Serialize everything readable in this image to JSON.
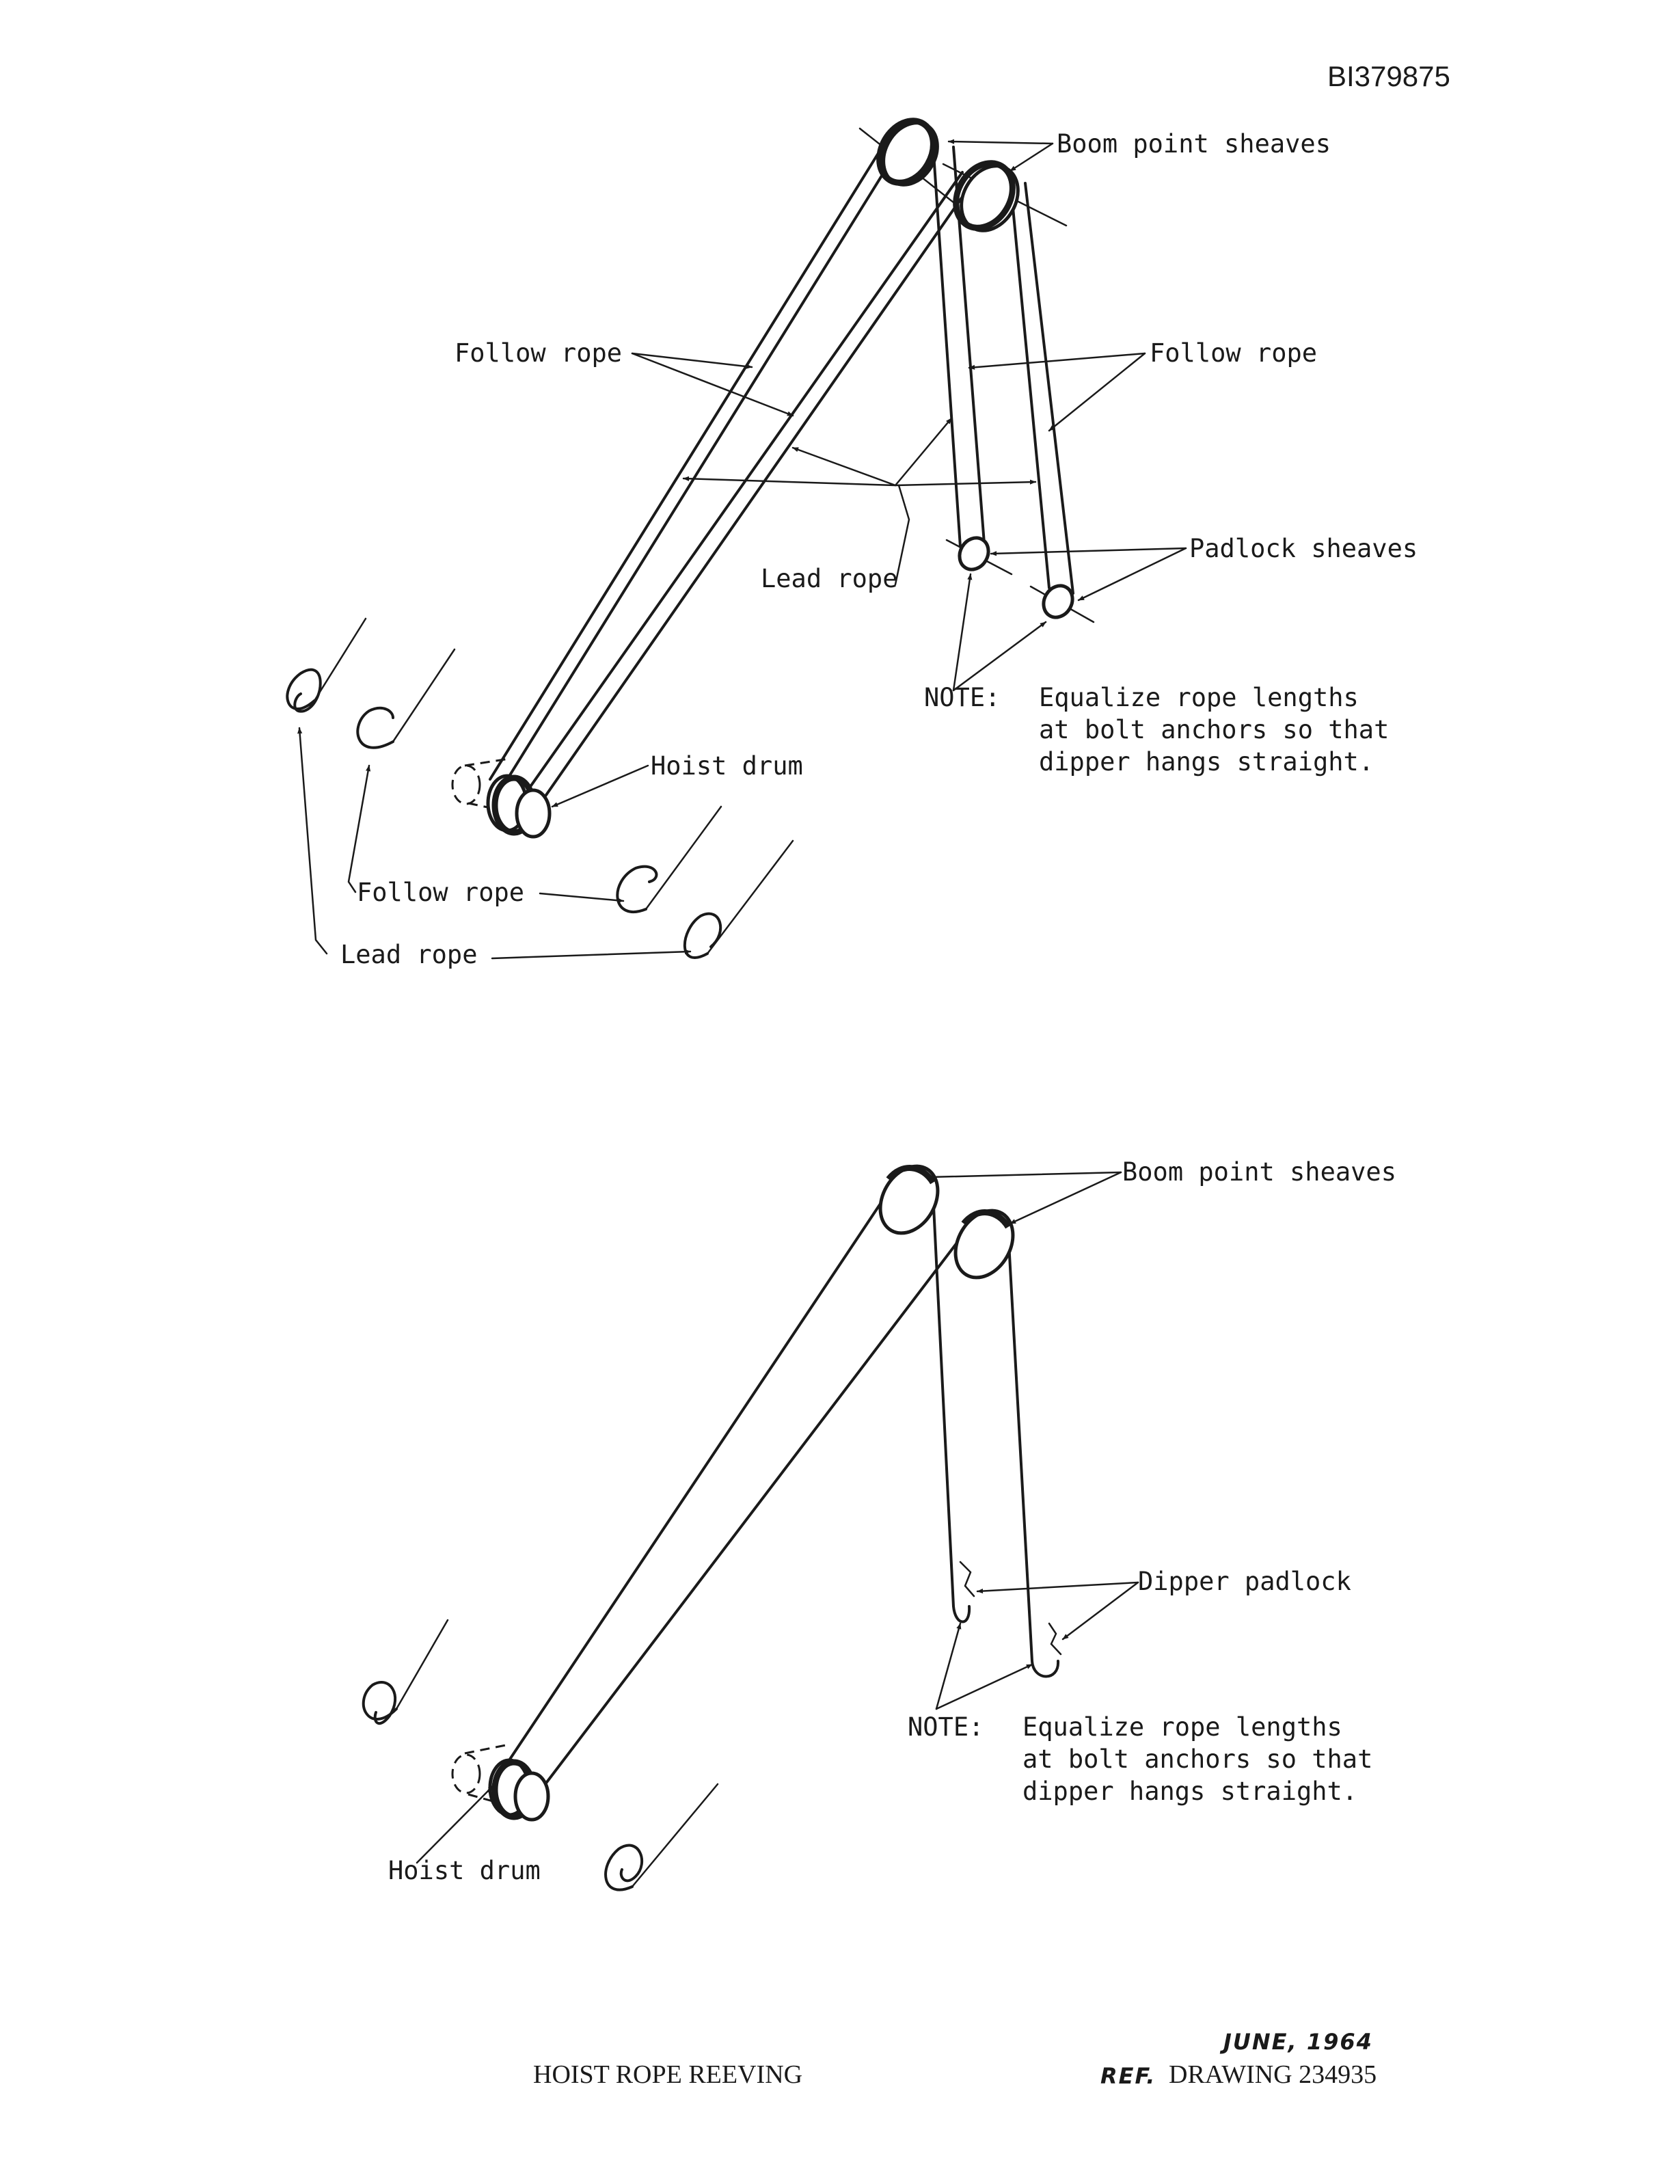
{
  "document_id": "BI379875",
  "top_view": {
    "boom_point_sheaves": "Boom point sheaves",
    "follow_rope_left": "Follow rope",
    "follow_rope_right": "Follow rope",
    "lead_rope": "Lead rope",
    "padlock_sheaves": "Padlock sheaves",
    "hoist_drum": "Hoist drum",
    "note_label": "NOTE:",
    "note_lines": [
      "Equalize rope lengths",
      "at bolt anchors so that",
      "dipper hangs straight."
    ],
    "follow_rope_bottom": "Follow rope",
    "lead_rope_bottom": "Lead rope"
  },
  "bottom_view": {
    "boom_point_sheaves": "Boom point sheaves",
    "dipper_padlock": "Dipper padlock",
    "note_label": "NOTE:",
    "note_lines": [
      "Equalize rope lengths",
      "at bolt anchors so that",
      "dipper hangs straight."
    ],
    "hoist_drum": "Hoist drum"
  },
  "footer": {
    "title": "HOIST ROPE REEVING",
    "date": "JUNE, 1964",
    "ref_prefix": "REF.",
    "ref_text": "DRAWING 234935"
  }
}
